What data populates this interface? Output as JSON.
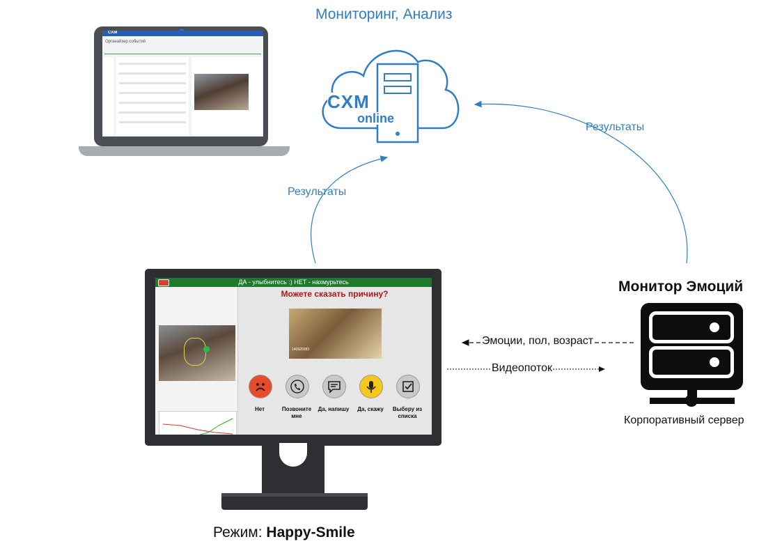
{
  "top_title": "Мониторинг, Анализ",
  "cloud": {
    "brand": "CXM",
    "sub": "online"
  },
  "results_left": "Результаты",
  "results_right": "Результаты",
  "server": {
    "title": "Монитор Эмоций",
    "caption": "Корпоративный сервер"
  },
  "link_emotions": "Эмоции, пол, возраст",
  "link_video": "Видеопоток",
  "mode": {
    "prefix": "Режим: ",
    "value": "Happy-Smile"
  },
  "monitor_app": {
    "header": "ДА - улыбнитесь :)   НЕТ - нахмурьтесь",
    "question": "Можете сказать причину?",
    "photo_caption": "140920383",
    "buttons": [
      {
        "label": "Нет",
        "icon": "sad-face-icon",
        "color": "#e84a2c"
      },
      {
        "label": "Позвоните мне",
        "icon": "phone-icon",
        "color": "#c9c9c9"
      },
      {
        "label": "Да, напишу",
        "icon": "message-icon",
        "color": "#c9c9c9"
      },
      {
        "label": "Да, скажу",
        "icon": "microphone-icon",
        "color": "#f3c71b"
      },
      {
        "label": "Выберу из списка",
        "icon": "checkbox-icon",
        "color": "#c9c9c9"
      }
    ]
  },
  "laptop_app": {
    "brand": "CXM",
    "page_title": "Органайзер событий"
  },
  "colors": {
    "accent": "#2f7dc4",
    "app_header": "#1e7a2a",
    "question": "#b01616"
  }
}
